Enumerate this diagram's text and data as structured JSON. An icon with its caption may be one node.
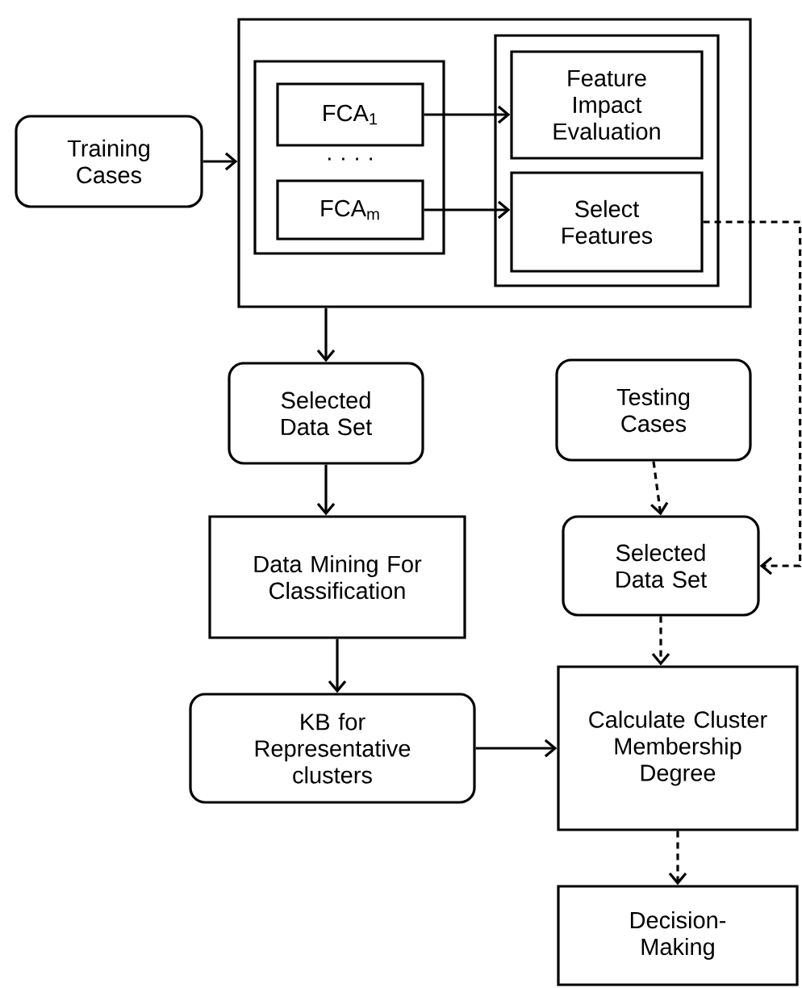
{
  "diagram": {
    "nodes": [
      {
        "text": [
          "Training Cases"
        ]
      },
      {
        "text": [],
        "shape": "box"
      },
      {
        "text": [],
        "shape": "box",
        "in": 1
      },
      {
        "text": [
          "FCA$_{1}$"
        ],
        "in": 2
      },
      {
        "text": [
          "FCA$_{m}$"
        ],
        "in": 2
      },
      {
        "text": [],
        "shape": "box",
        "in": 1
      },
      {
        "text": [
          "Feature Impact Evaluation"
        ],
        "in": 5
      },
      {
        "text": [
          "Select Features"
        ],
        "in": 5
      },
      {
        "text": [
          "Selected Data Set"
        ]
      },
      {
        "text": [
          "Testing Cases"
        ]
      },
      {
        "text": [
          "Data Mining For Classification"
        ]
      },
      {
        "text": [
          "Selected Data Set"
        ]
      },
      {
        "text": [
          "KB for Representative clusters"
        ]
      },
      {
        "text": [
          "Calculate Cluster Membership Degree"
        ]
      },
      {
        "text": [
          "Decision-Making"
        ]
      }
    ],
    "edges": [
      {
        "from": 0,
        "to": 1,
        "arrow": "to"
      },
      {
        "from": 3,
        "to": 6,
        "arrow": "to"
      },
      {
        "from": 4,
        "to": 7,
        "arrow": "to"
      },
      {
        "from": 1,
        "to": 8,
        "arrow": "to"
      },
      {
        "from": 8,
        "to": 10,
        "arrow": "to"
      },
      {
        "from": 10,
        "to": 12,
        "arrow": "to"
      },
      {
        "from": 9,
        "to": 11,
        "arrow": "to",
        "style": "dashed"
      },
      {
        "from": 7,
        "to": 11,
        "arrow": "to",
        "style": "dashed"
      },
      {
        "from": 11,
        "to": 13,
        "arrow": "to",
        "style": "dashed"
      },
      {
        "from": 12,
        "to": 13,
        "arrow": "to"
      },
      {
        "from": 13,
        "to": 14,
        "arrow": "to",
        "style": "dashed"
      }
    ],
    "labels": [
      "· · · ·"
    ]
  }
}
